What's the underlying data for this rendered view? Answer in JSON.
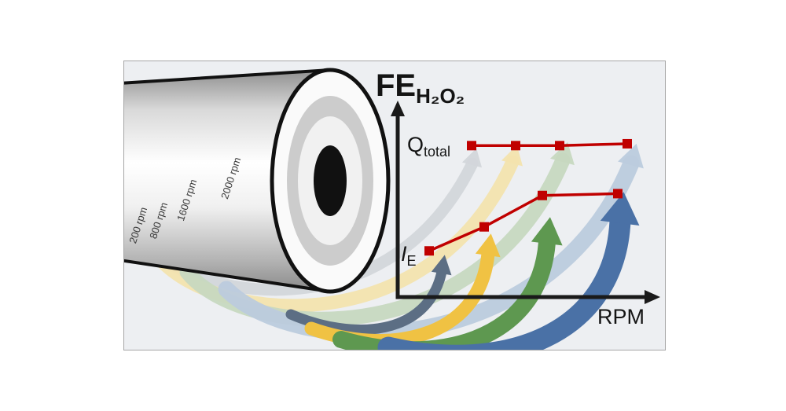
{
  "figure": {
    "title_main": "FE",
    "title_sub": "H₂O₂",
    "y_top_label_main": "Q",
    "y_top_label_sub": "total",
    "y_bottom_label_main": "I",
    "y_bottom_label_sub": "E",
    "x_axis_label": "RPM"
  },
  "cylinder": {
    "rpm_labels": [
      "200 rpm",
      "800 rpm",
      "1600 rpm",
      "2000 rpm"
    ]
  },
  "colors": {
    "axis": "#1a1a1a",
    "line_red": "#c00000",
    "arrow_slate": "#5c6e84",
    "arrow_yellow": "#f0c243",
    "arrow_green": "#5e9850",
    "arrow_blue": "#4a71a6",
    "ghost_gray": "#d3d6da",
    "ghost_yellow": "#f3e3ae",
    "ghost_green": "#c7d8c0",
    "ghost_blue": "#bccbdd"
  },
  "chart_data": {
    "type": "line",
    "title": "FE H₂O₂ vs RPM",
    "xlabel": "RPM",
    "ylabel": "",
    "x_categories_rpm": [
      200,
      800,
      1600,
      2000
    ],
    "series": [
      {
        "name": "Q_total",
        "values": [
          82,
          82,
          82,
          83
        ],
        "color": "#c00000",
        "marker": "square"
      },
      {
        "name": "I_E",
        "values": [
          25,
          38,
          55,
          56
        ],
        "color": "#c00000",
        "marker": "square"
      }
    ],
    "value_scale": "relative 0-100 (axes are unlabeled in the figure; values estimated from point heights)",
    "legend": "none",
    "grid": false,
    "annotations": [
      "Q_total labels the flat upper series",
      "I_E labels the rising lower series"
    ]
  }
}
